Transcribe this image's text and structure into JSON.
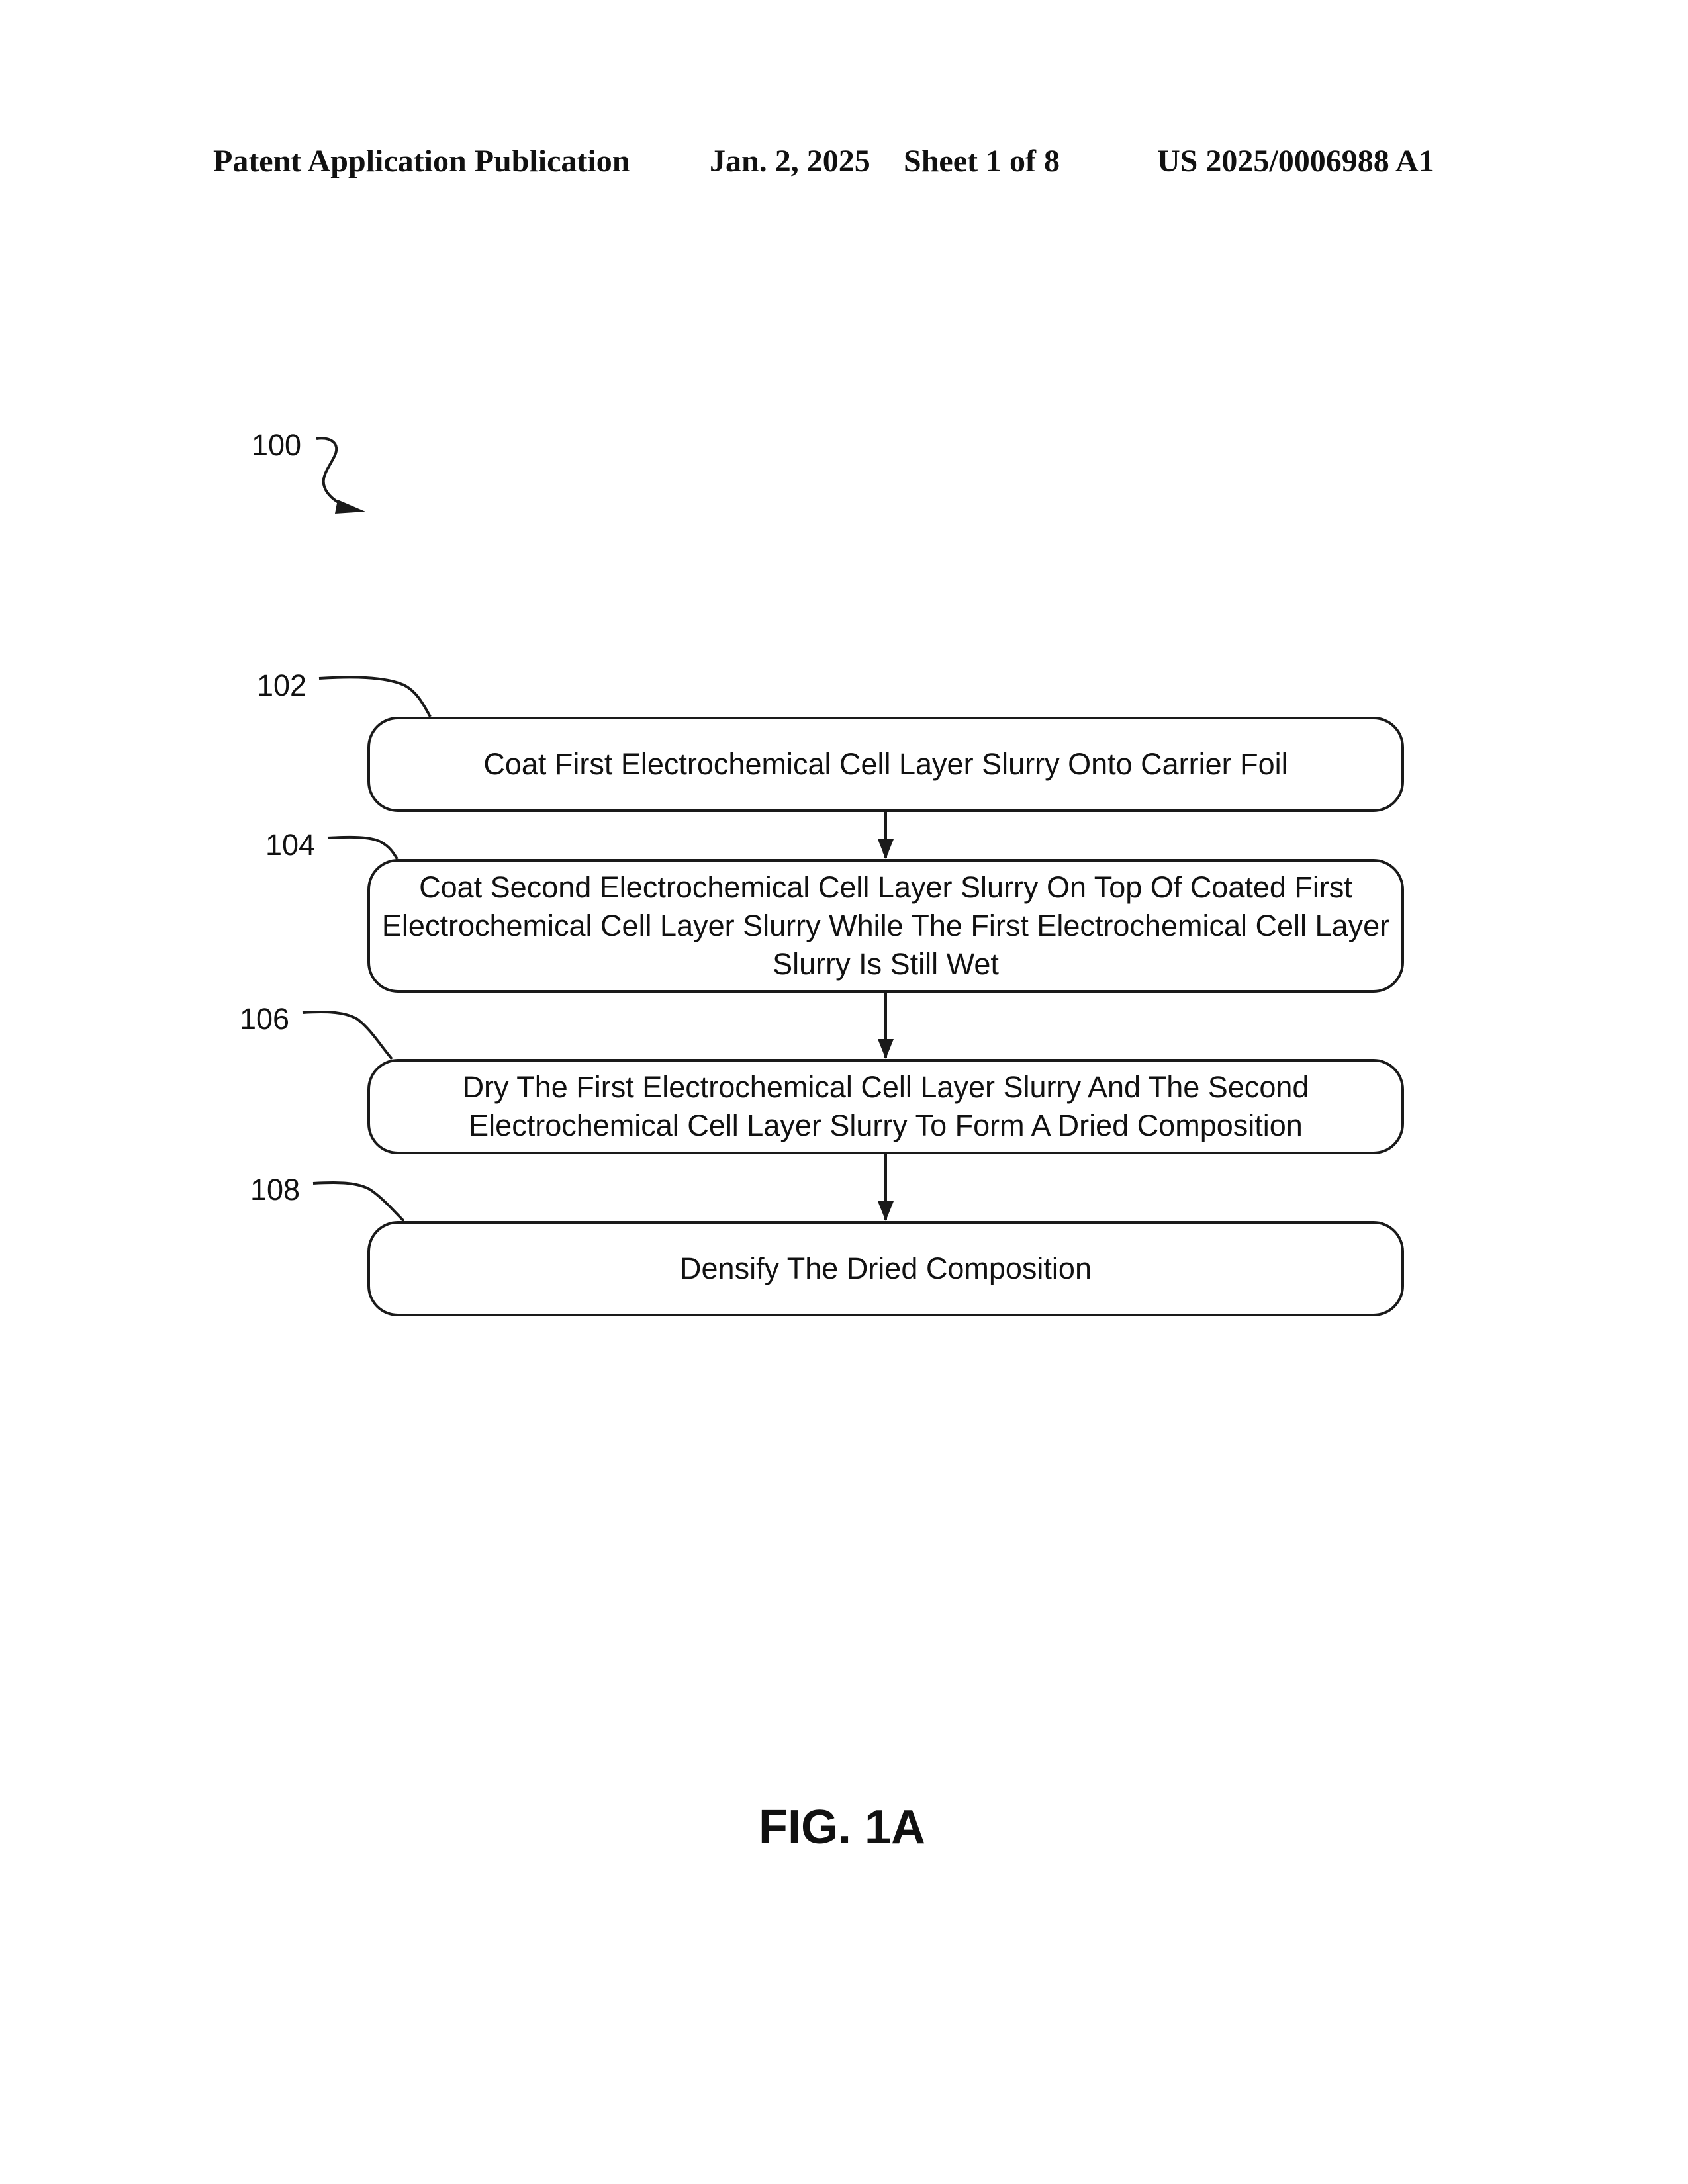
{
  "header": {
    "publication": "Patent Application Publication",
    "date": "Jan. 2, 2025",
    "sheet": "Sheet 1 of 8",
    "number": "US 2025/0006988 A1"
  },
  "diagram": {
    "ref_main": "100",
    "steps": [
      {
        "ref": "102",
        "text": "Coat First Electrochemical Cell Layer Slurry Onto Carrier Foil"
      },
      {
        "ref": "104",
        "text": "Coat Second Electrochemical Cell Layer Slurry On Top Of Coated First Electrochemical Cell Layer Slurry While The First Electrochemical Cell Layer Slurry Is Still Wet"
      },
      {
        "ref": "106",
        "text": "Dry The First Electrochemical Cell Layer Slurry And The Second Electrochemical Cell Layer Slurry To Form A Dried Composition"
      },
      {
        "ref": "108",
        "text": "Densify The Dried Composition"
      }
    ]
  },
  "figure_label": "FIG. 1A"
}
